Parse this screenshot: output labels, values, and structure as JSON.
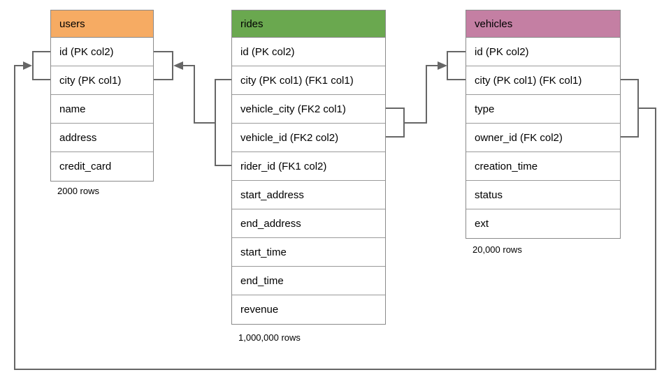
{
  "diagram": {
    "title": "database schema diagram",
    "tables": [
      {
        "name": "users",
        "header_color": "#F6AB63",
        "columns": [
          "id (PK col2)",
          "city (PK col1)",
          "name",
          "address",
          "credit_card"
        ],
        "row_count_label": "2000 rows"
      },
      {
        "name": "rides",
        "header_color": "#6AA84F",
        "columns": [
          "id (PK col2)",
          "city (PK col1) (FK1 col1)",
          "vehicle_city (FK2 col1)",
          "vehicle_id (FK2 col2)",
          "rider_id (FK1 col2)",
          "start_address",
          "end_address",
          "start_time",
          "end_time",
          "revenue"
        ],
        "row_count_label": "1,000,000 rows"
      },
      {
        "name": "vehicles",
        "header_color": "#C47FA3",
        "columns": [
          "id (PK col2)",
          "city (PK col1) (FK col1)",
          "type",
          "owner_id (FK col2)",
          "creation_time",
          "status",
          "ext"
        ],
        "row_count_label": "20,000 rows"
      }
    ],
    "relationships": [
      {
        "name": "FK1",
        "from_table": "rides",
        "from_columns": [
          "city",
          "rider_id"
        ],
        "to_table": "users",
        "to_columns": [
          "city",
          "id"
        ]
      },
      {
        "name": "FK2",
        "from_table": "rides",
        "from_columns": [
          "vehicle_city",
          "vehicle_id"
        ],
        "to_table": "vehicles",
        "to_columns": [
          "city",
          "id"
        ]
      },
      {
        "name": "FK",
        "from_table": "vehicles",
        "from_columns": [
          "city",
          "owner_id"
        ],
        "to_table": "users",
        "to_columns": [
          "city",
          "id"
        ]
      }
    ],
    "line_color": "#666666",
    "border_color": "#8a8a8a"
  }
}
